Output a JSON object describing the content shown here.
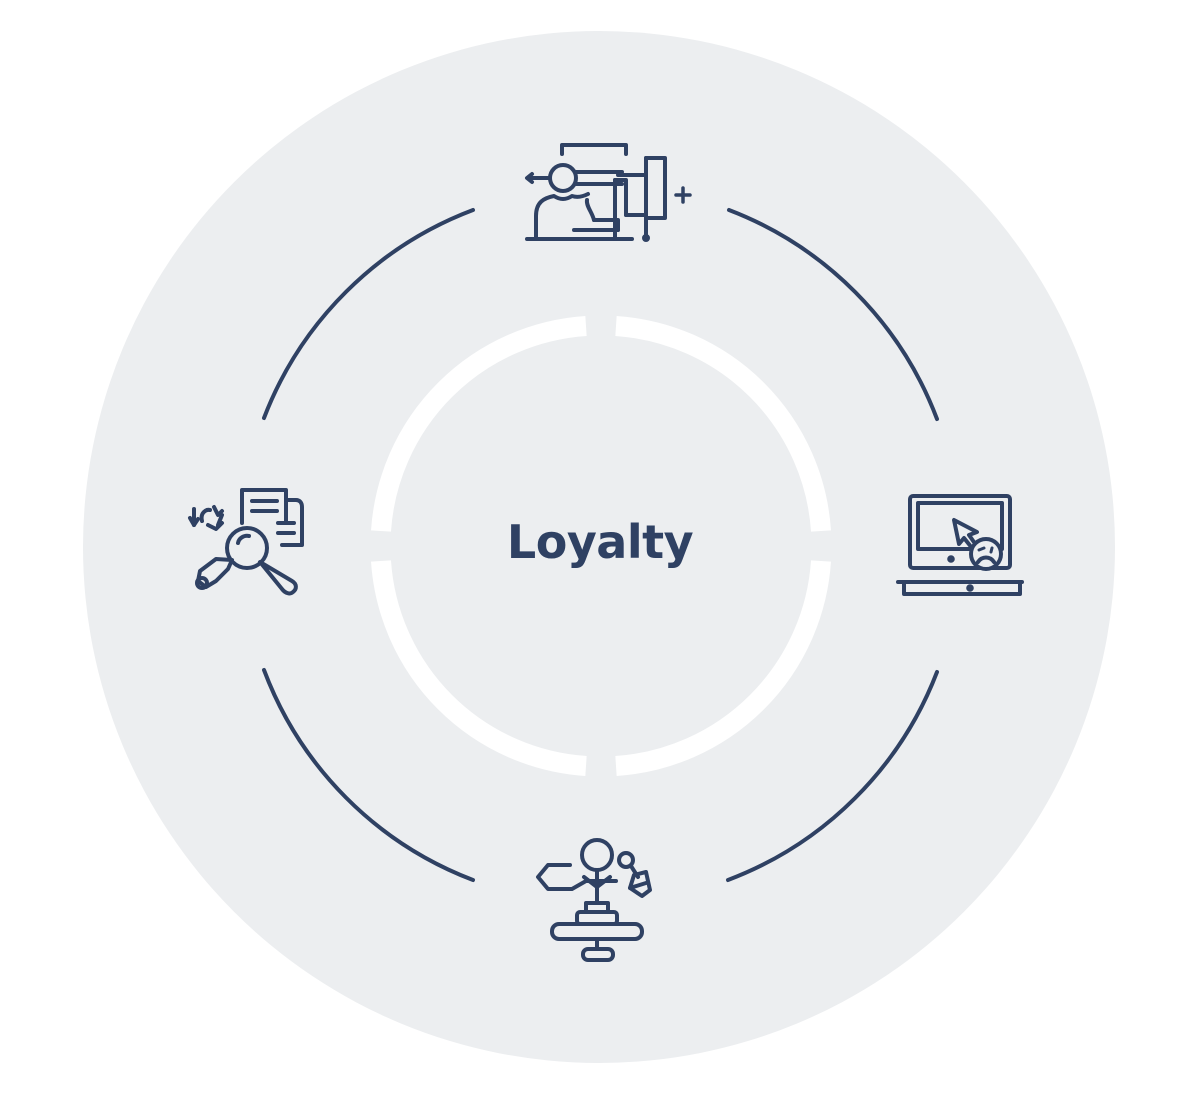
{
  "diagram": {
    "type": "cycle",
    "center": {
      "label": "Loyalty"
    },
    "colors": {
      "background": "#ffffff",
      "outer_disc": "#eceef0",
      "inner_ring": "#ffffff",
      "stroke": "#2f4163",
      "text": "#2f4163"
    },
    "nodes": [
      {
        "position": "top",
        "icon": "customer-service-agent-icon"
      },
      {
        "position": "right",
        "icon": "laptop-frustrated-user-icon"
      },
      {
        "position": "bottom",
        "icon": "product-strategy-balance-icon"
      },
      {
        "position": "left",
        "icon": "document-research-magnifier-icon"
      }
    ],
    "connectors": [
      {
        "from": "top",
        "to": "right",
        "shape": "arc"
      },
      {
        "from": "right",
        "to": "bottom",
        "shape": "arc"
      },
      {
        "from": "bottom",
        "to": "left",
        "shape": "arc"
      },
      {
        "from": "left",
        "to": "top",
        "shape": "arc"
      }
    ]
  }
}
